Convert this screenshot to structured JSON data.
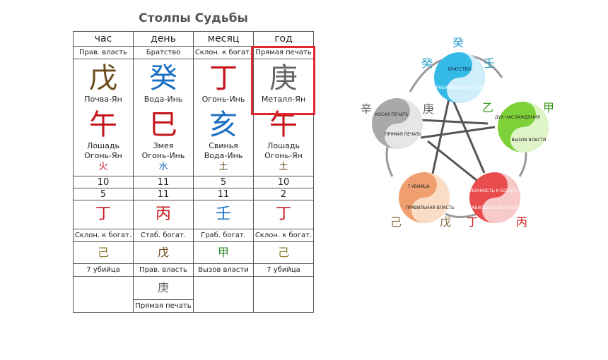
{
  "title": "Столпы Судьбы",
  "columns": [
    "час",
    "день",
    "месяц",
    "год"
  ],
  "ten_gods": [
    "Прав. власть",
    "Братство",
    "Склон. к богат.",
    "Прямая печать"
  ],
  "stems": [
    {
      "char": "戊",
      "label": "Почва-Ян",
      "color": "#6b4a1a"
    },
    {
      "char": "癸",
      "label": "Вода-Инь",
      "color": "#1b6ec2"
    },
    {
      "char": "丁",
      "label": "Огонь-Инь",
      "color": "#c5161d"
    },
    {
      "char": "庚",
      "label": "Металл-Ян",
      "color": "#666666"
    }
  ],
  "branches": [
    {
      "char": "午",
      "label1": "Лошадь",
      "label2": "Огонь-Ян",
      "color": "#c5161d",
      "element": "火",
      "element_color": "#c5161d"
    },
    {
      "char": "巳",
      "label1": "Змея",
      "label2": "Огонь-Инь",
      "color": "#c5161d",
      "element": "水",
      "element_color": "#1b6ec2"
    },
    {
      "char": "亥",
      "label1": "Свинья",
      "label2": "Вода-Инь",
      "color": "#1b6ec2",
      "element": "土",
      "element_color": "#6b4a1a"
    },
    {
      "char": "午",
      "label1": "Лошадь",
      "label2": "Огонь-Ян",
      "color": "#c5161d",
      "element": "土",
      "element_color": "#6b4a1a"
    }
  ],
  "row_a": [
    "10",
    "11",
    "5",
    "10"
  ],
  "row_b": [
    "5",
    "11",
    "11",
    "2"
  ],
  "hidden1": [
    {
      "char": "丁",
      "label": "Склон. к богат.",
      "color": "#c5161d"
    },
    {
      "char": "丙",
      "label": "Стаб. богат.",
      "color": "#c5161d"
    },
    {
      "char": "壬",
      "label": "Граб. богат.",
      "color": "#1b6ec2"
    },
    {
      "char": "丁",
      "label": "Склон. к богат.",
      "color": "#c5161d"
    }
  ],
  "hidden2": [
    {
      "char": "己",
      "label": "7 убийца",
      "color": "#8a7a2a"
    },
    {
      "char": "戊",
      "label": "Прав. власть",
      "color": "#6b4a1a"
    },
    {
      "char": "甲",
      "label": "Вызов власти",
      "color": "#2a8a2a"
    },
    {
      "char": "己",
      "label": "7 убийца",
      "color": "#8a7a2a"
    }
  ],
  "hidden3": {
    "char": "庚",
    "label": "Прямая печать",
    "color": "#666666"
  },
  "cycle": {
    "water": {
      "top": "БРАТСТВО",
      "bottom": "ГРАБИТЕЛЬ БОГАТСТВА",
      "chars": [
        "癸",
        "壬",
        "癸"
      ]
    },
    "wood": {
      "top": "ДУХ НАСЛАЖДЕНИЯ",
      "bottom": "ВЫЗОВ ВЛАСТИ",
      "chars": [
        "乙",
        "甲"
      ]
    },
    "fire": {
      "top": "СКЛОННОСТЬ К БОГАТСТВУ",
      "bottom": "СТАБИЛЬНОЕ БОГАТСТВО",
      "chars": [
        "丁",
        "丙"
      ]
    },
    "earth": {
      "top": "7 УБИЙЦА",
      "bottom": "ПРАВИЛЬНАЯ ВЛАСТЬ",
      "chars": [
        "己",
        "戊"
      ]
    },
    "metal": {
      "top": "КОСАЯ ПЕЧАТЬ",
      "bottom": "ПРЯМАЯ ПЕЧАТЬ",
      "chars": [
        "辛",
        "庚"
      ]
    },
    "colors": {
      "water": "#35b9e6",
      "wood": "#7fd13a",
      "fire": "#e84c4c",
      "earth": "#f0a070",
      "metal": "#a9a9a9"
    }
  }
}
